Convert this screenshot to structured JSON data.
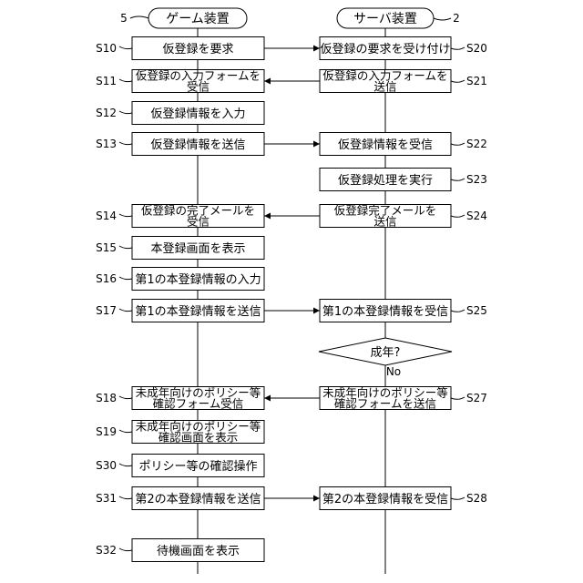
{
  "headers": {
    "game": {
      "label": "ゲーム装置",
      "ref": "5"
    },
    "server": {
      "label": "サーバ装置",
      "ref": "2"
    }
  },
  "decision": {
    "label": "成年?",
    "no_label": "No"
  },
  "left_steps": [
    {
      "step": "S10",
      "lines": [
        "仮登録を要求"
      ]
    },
    {
      "step": "S11",
      "lines": [
        "仮登録の入力フォームを",
        "受信"
      ]
    },
    {
      "step": "S12",
      "lines": [
        "仮登録情報を入力"
      ]
    },
    {
      "step": "S13",
      "lines": [
        "仮登録情報を送信"
      ]
    },
    {
      "step": "S14",
      "lines": [
        "仮登録の完了メールを",
        "受信"
      ]
    },
    {
      "step": "S15",
      "lines": [
        "本登録画面を表示"
      ]
    },
    {
      "step": "S16",
      "lines": [
        "第1の本登録情報の入力"
      ]
    },
    {
      "step": "S17",
      "lines": [
        "第1の本登録情報を送信"
      ]
    },
    {
      "step": "S18",
      "lines": [
        "未成年向けのポリシー等",
        "確認フォーム受信"
      ]
    },
    {
      "step": "S19",
      "lines": [
        "未成年向けのポリシー等",
        "確認画面を表示"
      ]
    },
    {
      "step": "S30",
      "lines": [
        "ポリシー等の確認操作"
      ]
    },
    {
      "step": "S31",
      "lines": [
        "第2の本登録情報を送信"
      ]
    },
    {
      "step": "S32",
      "lines": [
        "待機画面を表示"
      ]
    }
  ],
  "right_steps": [
    {
      "step": "S20",
      "lines": [
        "仮登録の要求を受け付け"
      ]
    },
    {
      "step": "S21",
      "lines": [
        "仮登録の入力フォームを",
        "送信"
      ]
    },
    {
      "step": "S22",
      "lines": [
        "仮登録情報を受信"
      ]
    },
    {
      "step": "S23",
      "lines": [
        "仮登録処理を実行"
      ]
    },
    {
      "step": "S24",
      "lines": [
        "仮登録完了メールを",
        "送信"
      ]
    },
    {
      "step": "S25",
      "lines": [
        "第1の本登録情報を受信"
      ]
    },
    {
      "step": "S27",
      "lines": [
        "未成年向けのポリシー等",
        "確認フォームを送信"
      ]
    },
    {
      "step": "S28",
      "lines": [
        "第2の本登録情報を受信"
      ]
    }
  ],
  "messages": [
    {
      "from": "S10",
      "to": "S20"
    },
    {
      "from": "S21",
      "to": "S11"
    },
    {
      "from": "S13",
      "to": "S22"
    },
    {
      "from": "S24",
      "to": "S14"
    },
    {
      "from": "S17",
      "to": "S25"
    },
    {
      "from": "S27",
      "to": "S18"
    },
    {
      "from": "S31",
      "to": "S28"
    }
  ]
}
